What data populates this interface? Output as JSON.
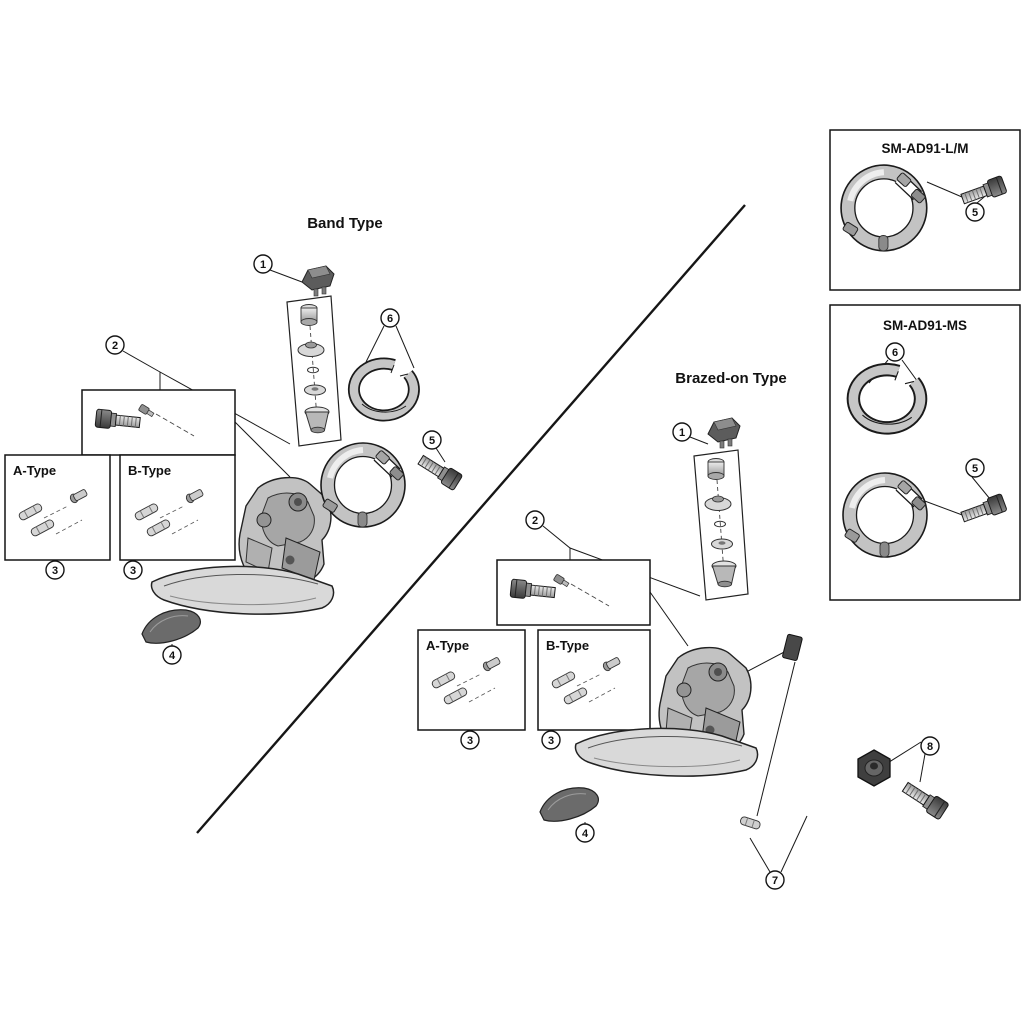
{
  "titles": {
    "band": "Band Type",
    "brazed": "Brazed-on Type",
    "ad91_lm": "SM-AD91-L/M",
    "ad91_ms": "SM-AD91-MS"
  },
  "boxes": {
    "a_type": "A-Type",
    "b_type": "B-Type"
  },
  "callouts": {
    "n1": "1",
    "n2": "2",
    "n3": "3",
    "n4": "4",
    "n5": "5",
    "n6": "6",
    "n7": "7",
    "n8": "8"
  }
}
